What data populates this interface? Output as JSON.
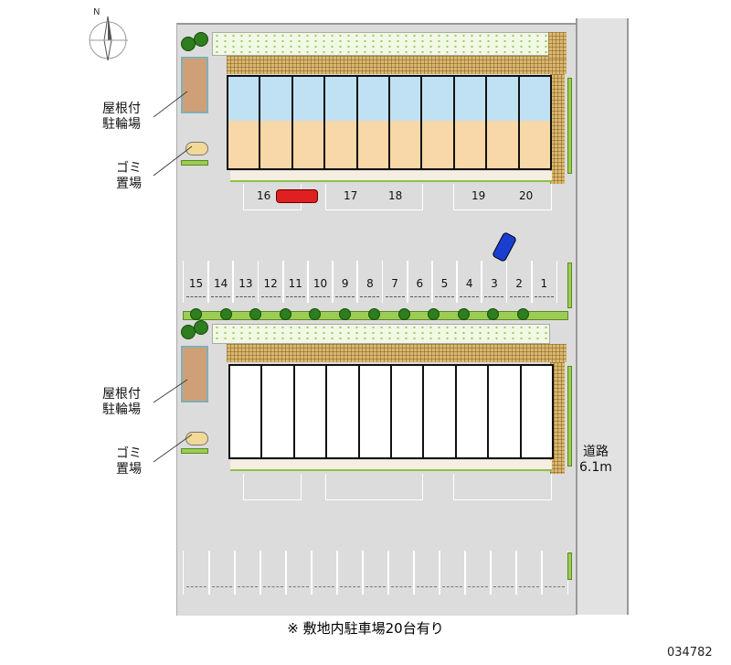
{
  "compass": {
    "north_label": "N"
  },
  "labels": {
    "bike_shelter": [
      "屋根付",
      "駐輪場"
    ],
    "garbage": [
      "ゴミ",
      "置場"
    ],
    "road": [
      "道路",
      "6.1m"
    ]
  },
  "parking_row": [
    "15",
    "14",
    "13",
    "12",
    "11",
    "10",
    "9",
    "8",
    "7",
    "6",
    "5",
    "4",
    "3",
    "2",
    "1"
  ],
  "parking_top": [
    "16",
    "17",
    "18",
    "19",
    "20"
  ],
  "caption": "※ 敷地内駐車場20台有り",
  "property_id": "034782",
  "colors": {
    "car_red": "#e02020",
    "car_blue": "#1a3fd0",
    "upper_rooms": "#bfe1f3",
    "lower_rooms": "#f8d7a8"
  }
}
